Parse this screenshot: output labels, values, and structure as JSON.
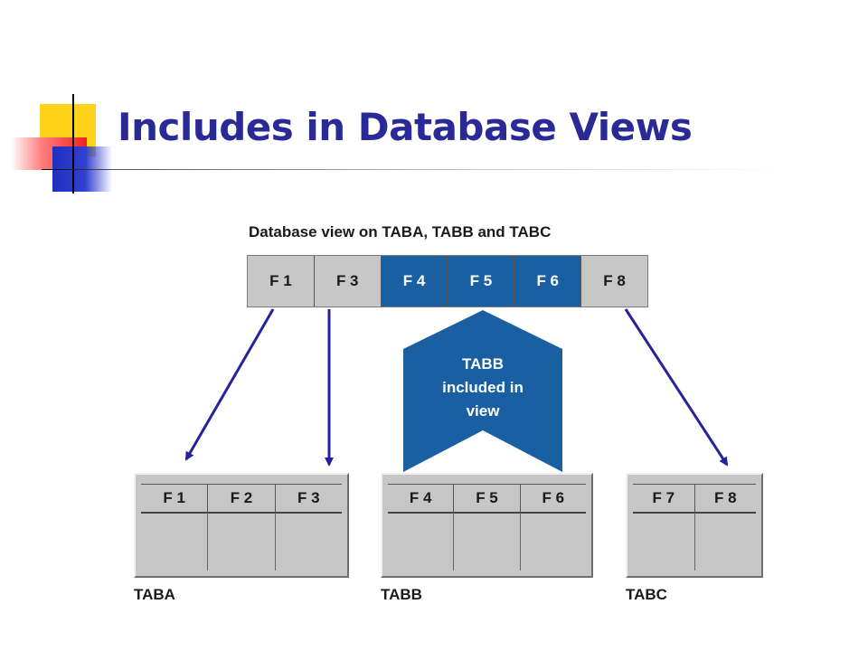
{
  "slide": {
    "title": "Includes in Database Views"
  },
  "diagram": {
    "view_caption": "Database view on TABA, TABB and TABC",
    "view_fields": [
      {
        "label": "F 1",
        "highlight": false
      },
      {
        "label": "F 3",
        "highlight": false
      },
      {
        "label": "F 4",
        "highlight": true
      },
      {
        "label": "F 5",
        "highlight": true
      },
      {
        "label": "F 6",
        "highlight": true
      },
      {
        "label": "F 8",
        "highlight": false
      }
    ],
    "callout": {
      "line1": "TABB",
      "line2": "included in",
      "line3": "view"
    },
    "tables": [
      {
        "name": "TABA",
        "fields": [
          "F 1",
          "F 2",
          "F 3"
        ]
      },
      {
        "name": "TABB",
        "fields": [
          "F 4",
          "F 5",
          "F 6"
        ]
      },
      {
        "name": "TABC",
        "fields": [
          "F 7",
          "F 8"
        ]
      }
    ],
    "colors": {
      "title": "#2a2a96",
      "highlight_fill": "#1b5fa3",
      "cell_fill": "#c7c7c7",
      "arrow": "#24249a"
    }
  }
}
